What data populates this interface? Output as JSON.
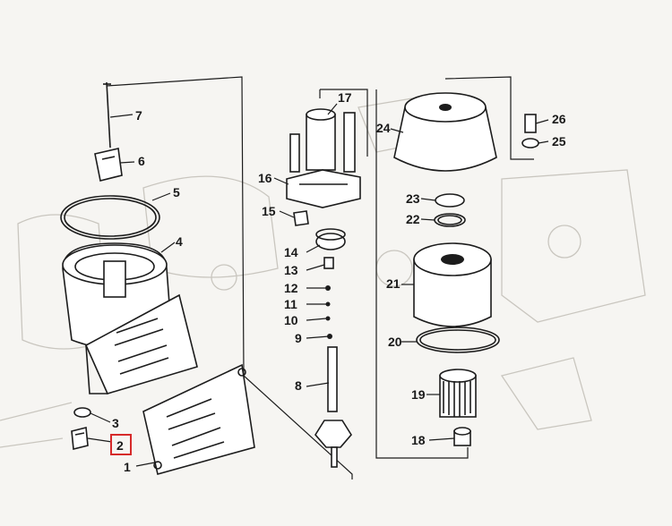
{
  "callouts": {
    "c1": "1",
    "c2": "2",
    "c3": "3",
    "c4": "4",
    "c5": "5",
    "c6": "6",
    "c7": "7",
    "c8": "8",
    "c9": "9",
    "c10": "10",
    "c11": "11",
    "c12": "12",
    "c13": "13",
    "c14": "14",
    "c15": "15",
    "c16": "16",
    "c17": "17",
    "c18": "18",
    "c19": "19",
    "c20": "20",
    "c21": "21",
    "c22": "22",
    "c23": "23",
    "c24": "24",
    "c25": "25",
    "c26": "26"
  },
  "highlight": {
    "part": "2",
    "color": "#d62a2a"
  }
}
